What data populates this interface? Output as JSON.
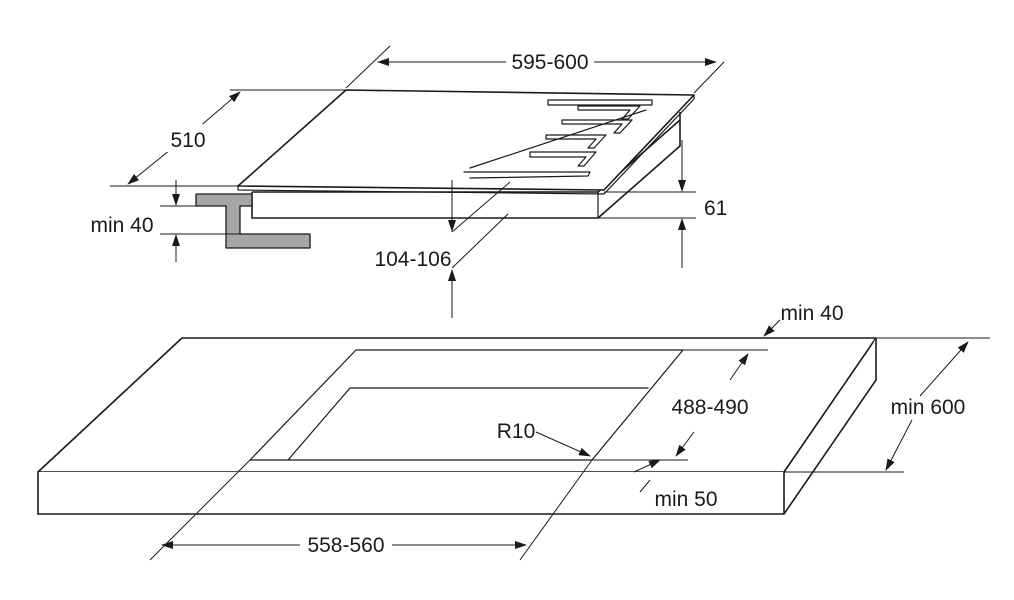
{
  "dimensions": {
    "hob_width": "595-600",
    "hob_depth": "510",
    "hob_height": "61",
    "clearance_bottom": "104-106",
    "min_top_clearance": "min 40",
    "cutout_width": "558-560",
    "cutout_depth": "488-490",
    "corner_radius": "R10",
    "min_back": "min 40",
    "min_front": "min 50",
    "min_worktop_depth": "min 600"
  },
  "colors": {
    "line": "#1a1a1a",
    "bracket_fill": "#a6a6a6",
    "background": "#ffffff"
  }
}
